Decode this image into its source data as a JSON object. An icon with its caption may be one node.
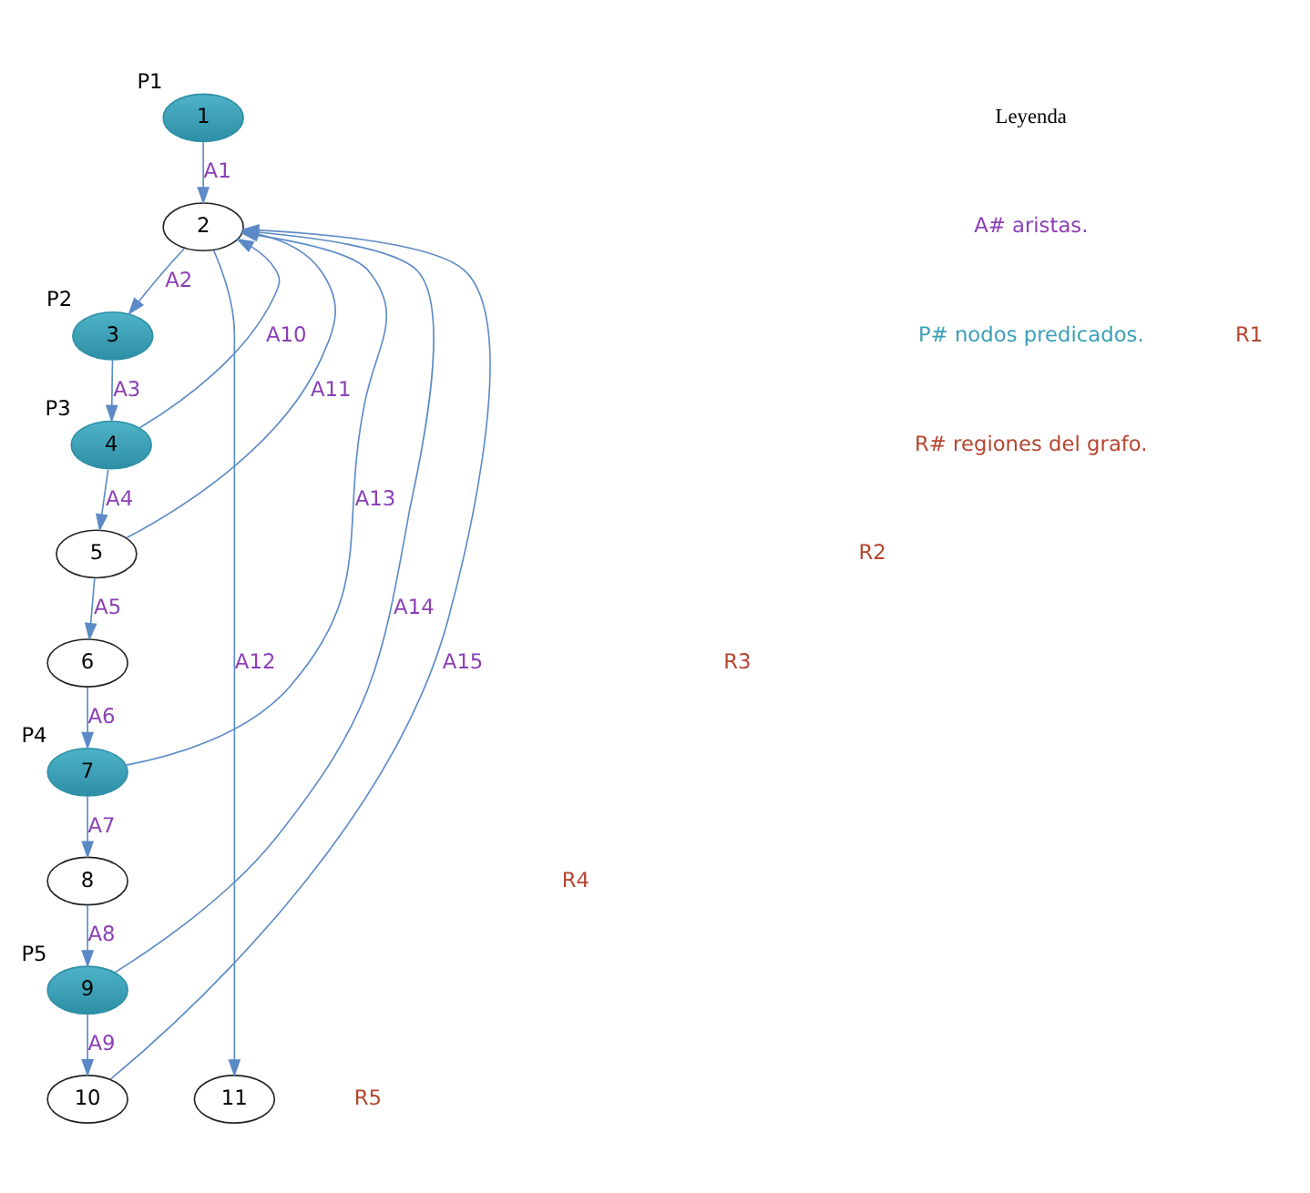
{
  "diagram": {
    "nodes": [
      {
        "text": [
          "1"
        ],
        "beside": [
          "P1"
        ]
      },
      {
        "text": [
          "2"
        ]
      },
      {
        "text": [
          "3"
        ],
        "beside": [
          "P2"
        ]
      },
      {
        "text": [
          "4"
        ],
        "beside": [
          "P3"
        ]
      },
      {
        "text": [
          "5"
        ]
      },
      {
        "text": [
          "6"
        ]
      },
      {
        "text": [
          "7"
        ],
        "beside": [
          "P4"
        ]
      },
      {
        "text": [
          "8"
        ]
      },
      {
        "text": [
          "9"
        ],
        "beside": [
          "P5"
        ]
      },
      {
        "text": [
          "10"
        ]
      },
      {
        "text": [
          "11"
        ]
      }
    ],
    "edges": [
      {
        "from": 0,
        "to": 1,
        "arrow": "to",
        "label": "A1"
      },
      {
        "from": 1,
        "to": 2,
        "arrow": "to",
        "label": "A2"
      },
      {
        "from": 2,
        "to": 3,
        "arrow": "to",
        "label": "A3"
      },
      {
        "from": 3,
        "to": 4,
        "arrow": "to",
        "label": "A4"
      },
      {
        "from": 4,
        "to": 5,
        "arrow": "to",
        "label": "A5"
      },
      {
        "from": 5,
        "to": 6,
        "arrow": "to",
        "label": "A6"
      },
      {
        "from": 6,
        "to": 7,
        "arrow": "to",
        "label": "A7"
      },
      {
        "from": 7,
        "to": 8,
        "arrow": "to",
        "label": "A8"
      },
      {
        "from": 8,
        "to": 9,
        "arrow": "to",
        "label": "A9"
      },
      {
        "from": 3,
        "to": 1,
        "arrow": "to",
        "label": "A10"
      },
      {
        "from": 4,
        "to": 1,
        "arrow": "to",
        "label": "A11"
      },
      {
        "from": 1,
        "to": 10,
        "arrow": "to",
        "label": "A12"
      },
      {
        "from": 6,
        "to": 1,
        "arrow": "to",
        "label": "A13"
      },
      {
        "from": 8,
        "to": 1,
        "arrow": "to",
        "label": "A14"
      },
      {
        "from": 9,
        "to": 1,
        "arrow": "to",
        "label": "A15"
      }
    ],
    "labels": [
      "Leyenda",
      "R1",
      "R2",
      "R3",
      "R4",
      "R5"
    ],
    "legend": [
      {
        "text": "A# aristas."
      },
      {
        "text": "P# nodos predicados."
      },
      {
        "text": "R# regiones del grafo."
      }
    ]
  }
}
